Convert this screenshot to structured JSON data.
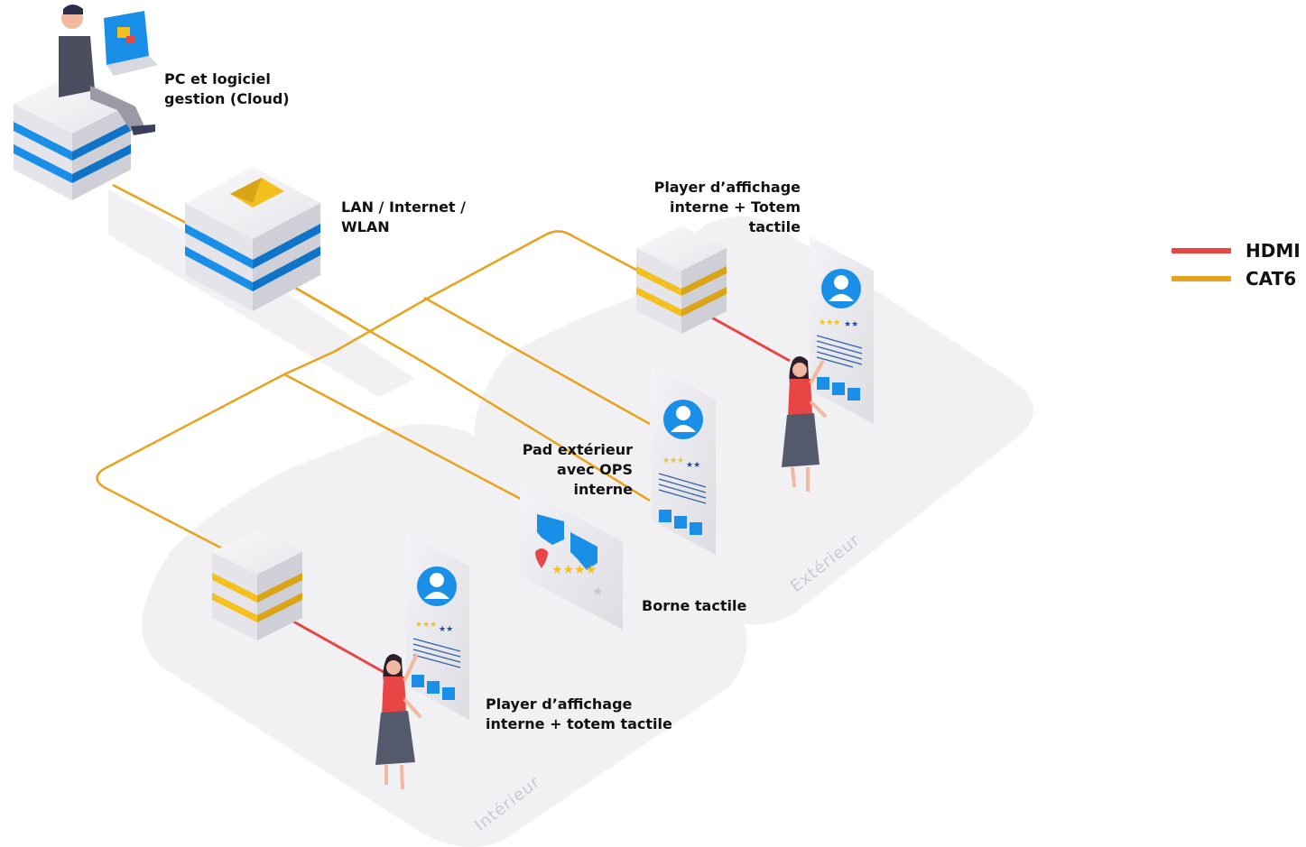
{
  "labels": {
    "pc": [
      "PC et logiciel",
      "gestion (Cloud)"
    ],
    "network": [
      "LAN / Internet /",
      "WLAN"
    ],
    "player_ext": [
      "Player d’affichage",
      "interne + Totem",
      "tactile"
    ],
    "pad": [
      "Pad extérieur",
      "avec OPS",
      "interne"
    ],
    "borne": [
      "Borne tactile"
    ],
    "player_int": [
      "Player d’affichage",
      "interne + totem tactile"
    ]
  },
  "zones": {
    "exterior": "Extérieur",
    "interior": "Intérieur"
  },
  "legend": [
    {
      "label": "HDMI",
      "color": "#e84545"
    },
    {
      "label": "CAT6",
      "color": "#e8a31c"
    }
  ],
  "colors": {
    "cat6": "#e8a31c",
    "hdmi": "#e84545",
    "server_blue": "#1a8fe8",
    "server_yellow": "#f4c020",
    "platform": "#f1f1f3"
  }
}
